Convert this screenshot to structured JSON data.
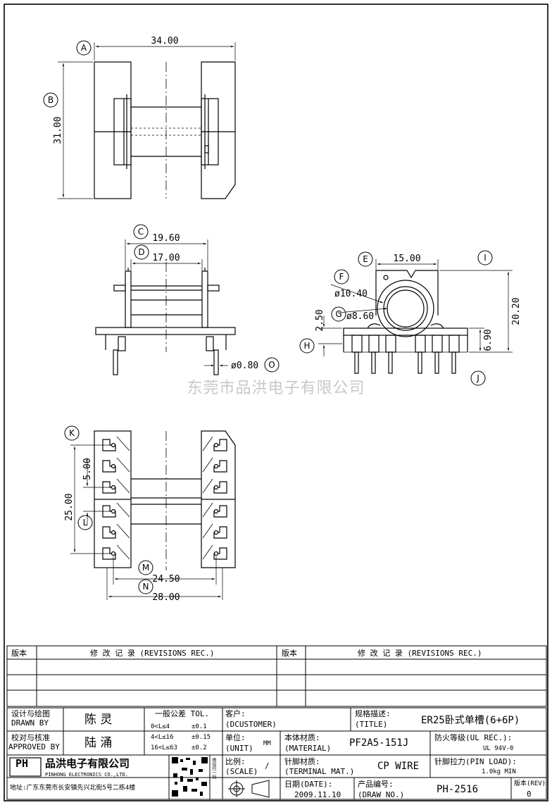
{
  "watermark": "东莞市品洪电子有限公司",
  "dims": {
    "a": "34.00",
    "b": "31.00",
    "c": "19.60",
    "d": "17.00",
    "o": "ø0.80",
    "e": "15.00",
    "f": "ø10.40",
    "g": "ø8.60",
    "h": "2.50",
    "i": "20.20",
    "j": "6.90",
    "k": "5.00",
    "l": "25.00",
    "m": "24.50",
    "n": "28.00"
  },
  "callouts": [
    "A",
    "B",
    "C",
    "D",
    "E",
    "F",
    "G",
    "H",
    "I",
    "J",
    "K",
    "L",
    "M",
    "N",
    "O"
  ],
  "revisions": {
    "version_label": "版本",
    "record_label": "修 改 记 录 (REVISIONS REC.)"
  },
  "title_block": {
    "designer_label_cn": "设计与绘图",
    "designer_label_en": "DRAWN BY",
    "designer_name": "陈 灵",
    "approver_label_cn": "校对与核准",
    "approver_label_en": "APPROVED BY",
    "approver_name": "陆 涌",
    "tol_title": "一般公差 TOL.",
    "tol_rows": [
      {
        "range": "0<L≤4",
        "value": "±0.1"
      },
      {
        "range": "4<L≤16",
        "value": "±0.15"
      },
      {
        "range": "16<L≤63",
        "value": "±0.2"
      }
    ],
    "customer_label": "客户:",
    "customer_label_en": "(DCUSTOMER)",
    "spec_label": "规格描述:",
    "spec_label_en": "(TITLE)",
    "spec_value": "ER25卧式单槽(6+6P)",
    "unit_label": "单位:",
    "unit_label_en": "(UNIT)",
    "unit_value": "MM",
    "material_label": "本体材质:",
    "material_label_en": "(MATERIAL)",
    "material_value": "PF2A5-151J",
    "ul_label": "防火等级(UL REC.):",
    "ul_value": "UL 94V-0",
    "scale_label": "比例:",
    "scale_label_en": "(SCALE)",
    "scale_value": "/",
    "terminal_label": "针脚材质:",
    "terminal_label_en": "(TERMINAL MAT.)",
    "terminal_value": "CP WIRE",
    "pinload_label": "针脚拉力(PIN LOAD):",
    "pinload_value": "1.0kg MIN",
    "date_label": "日期(DATE):",
    "date_value": "2009.11.10",
    "drawno_label": "产品编号:",
    "drawno_label_en": "(DRAW NO.)",
    "drawno_value": "PH-2516",
    "rev_label": "版本(REV):",
    "rev_value": "0",
    "company_logo": "PH",
    "company_name": "品洪电子有限公司",
    "company_en": "PINHONG ELECTRONICS CO.,LTD.",
    "address": "地址:广东东莞市长安镇先兴北街5号二栋4楼",
    "qr_side": "微信扫一扫"
  }
}
